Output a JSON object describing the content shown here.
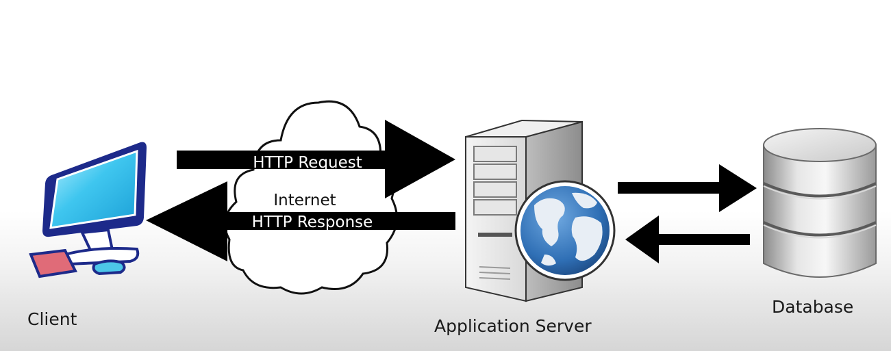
{
  "nodes": {
    "client": {
      "label": "Client",
      "icon": "computer-monitor-icon"
    },
    "server": {
      "label": "Application Server",
      "icon": "server-tower-icon",
      "badge_icon": "globe-icon"
    },
    "database": {
      "label": "Database",
      "icon": "database-cylinder-icon"
    }
  },
  "cloud": {
    "label": "Internet",
    "icon": "cloud-icon"
  },
  "arrows": {
    "request": {
      "label": "HTTP Request",
      "direction": "right"
    },
    "response": {
      "label": "HTTP Response",
      "direction": "left"
    },
    "to_database": {
      "label": "",
      "direction": "right"
    },
    "from_database": {
      "label": "",
      "direction": "left"
    }
  },
  "colors": {
    "arrow": "#000000",
    "monitor_screen": "#3fc6ef",
    "monitor_frame": "#1d2a8a",
    "keyboard": "#e06b78",
    "mouse": "#4cc6e8",
    "globe_water": "#2f6fb5",
    "globe_land": "#e8eef5"
  }
}
